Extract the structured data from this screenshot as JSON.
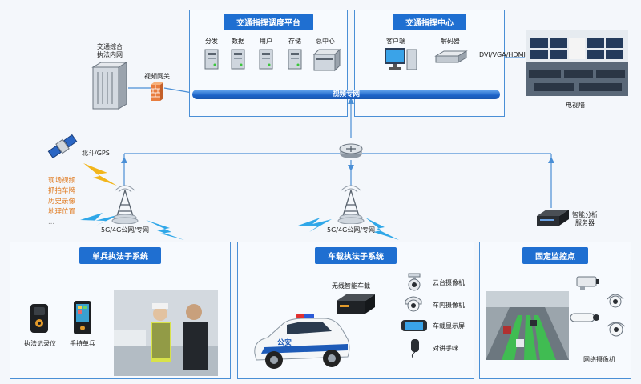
{
  "panels": {
    "dispatch_platform": "交通指挥调度平台",
    "command_center": "交通指挥中心",
    "single_soldier": "单兵执法子系统",
    "vehicle": "车载执法子系统",
    "fixed_monitor": "固定监控点"
  },
  "platform_servers": [
    "分发",
    "数据",
    "用户",
    "存储",
    "总中心"
  ],
  "center_devices": {
    "client": "客户端",
    "decoder": "解码器"
  },
  "bus_label": "视频专网",
  "dvi_label": "DVI/VGA/HDMI",
  "video_wall_label": "电视墙",
  "intranet_label": [
    "交通综合",
    "执法内网"
  ],
  "gateway_label": "视频网关",
  "beidou_label": "北斗/GPS",
  "data_list": [
    "现场视频",
    "抓拍车牌",
    "历史录像",
    "地理位置",
    "..."
  ],
  "tower_label": "5G/4G公网/专网",
  "analysis_server_label": [
    "智能分析",
    "服务器"
  ],
  "single_devices": {
    "recorder": "执法记录仪",
    "handheld": "手持单兵"
  },
  "vehicle_devices": {
    "nvr": "无线智能车载",
    "items": [
      "云台摄像机",
      "车内摄像机",
      "车载显示屏",
      "对讲手咪"
    ]
  },
  "car_text": "公安",
  "network_camera_label": "网络摄像机",
  "colors": {
    "accent": "#1f6fd1",
    "orange": "#e07a1f",
    "border": "#4a8fd6"
  }
}
